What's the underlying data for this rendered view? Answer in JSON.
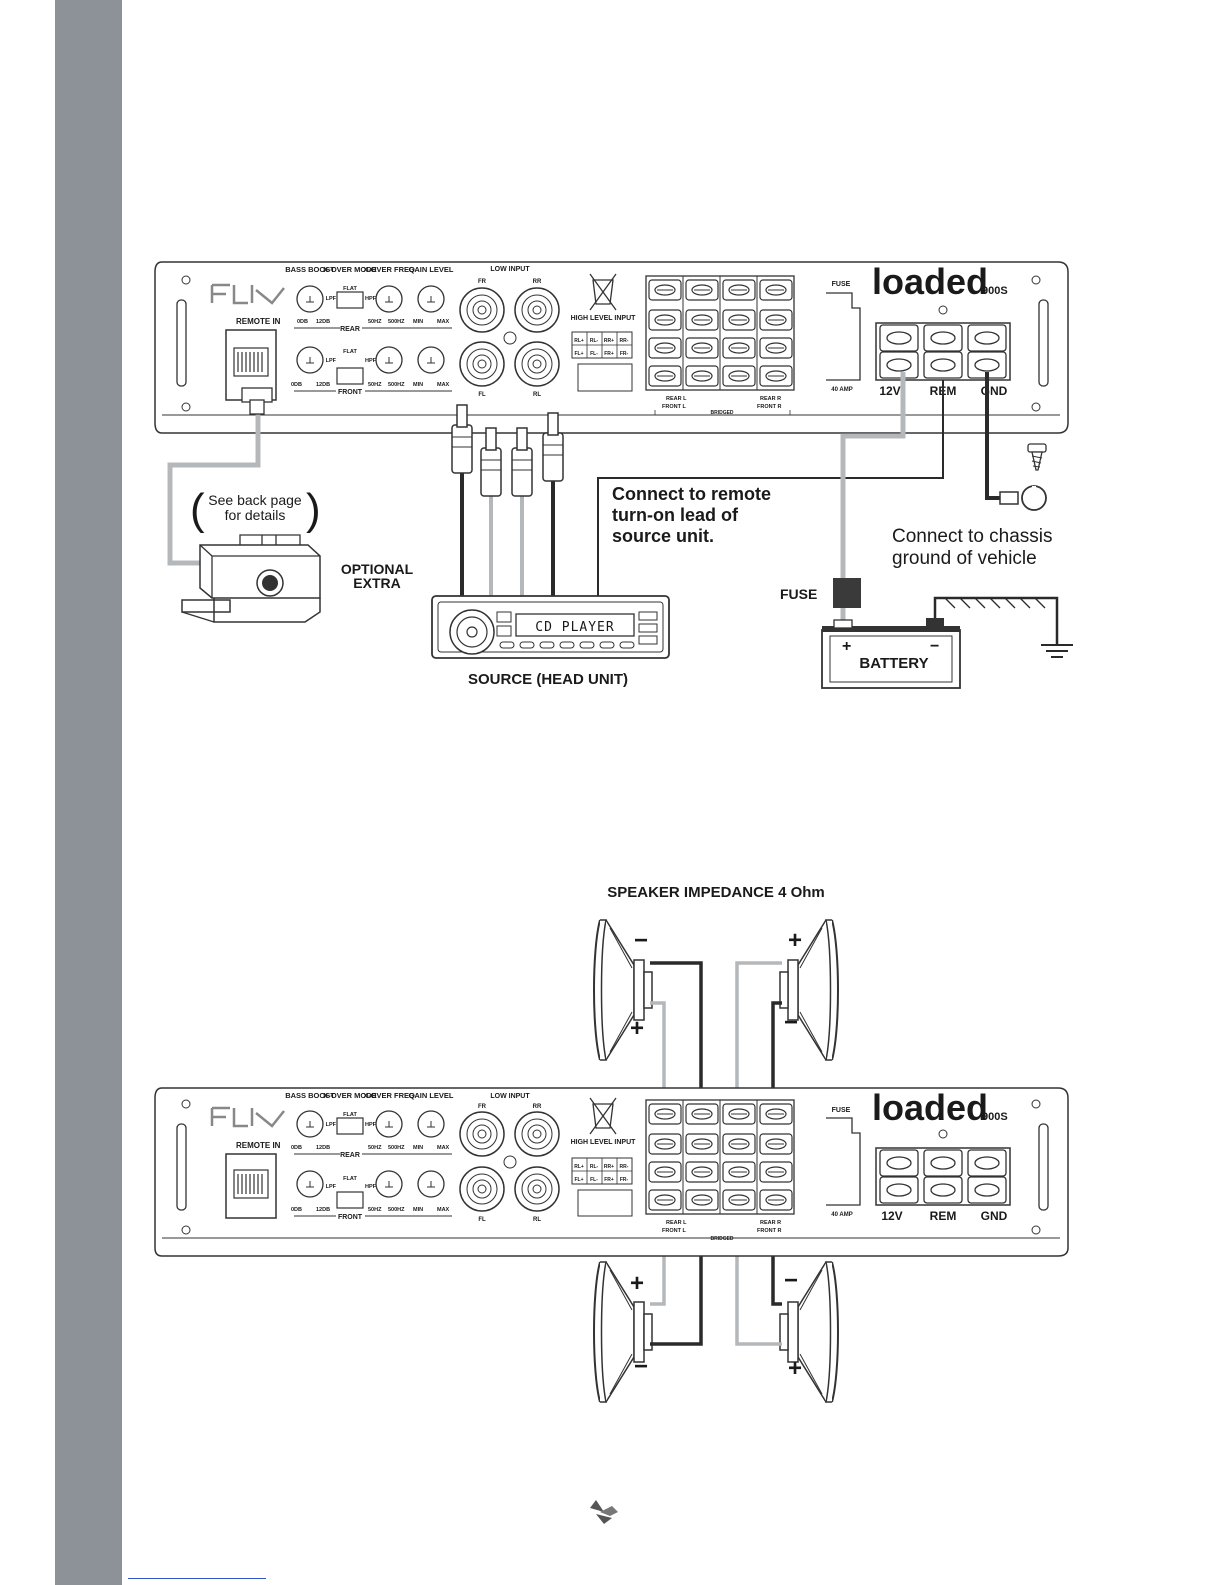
{
  "amp": {
    "brand": "loaded",
    "model": "900S",
    "remote_in": "REMOTE IN",
    "controls": {
      "bass_boost": "BASS BOOST",
      "xover_mode": "X-OVER MODE",
      "xover_freq": "X-OVER FREQ",
      "gain_level": "GAIN LEVEL",
      "flat": "FLAT",
      "lpf": "LPF",
      "hpf": "HPF",
      "db0": "0DB",
      "db12": "12DB",
      "hz50": "50HZ",
      "hz500": "500HZ",
      "min": "MIN",
      "max": "MAX",
      "rear": "REAR",
      "front": "FRONT"
    },
    "low_input": "LOW INPUT",
    "rca": {
      "fr": "FR",
      "rr": "RR",
      "fl": "FL",
      "rl": "RL"
    },
    "high_level_input": "HIGH LEVEL INPUT",
    "hl_row1": [
      "RL+",
      "RL-",
      "RR+",
      "RR-"
    ],
    "hl_row2": [
      "FL+",
      "FL-",
      "FR+",
      "FR-"
    ],
    "speaker_labels": {
      "rear_l": "REAR L",
      "front_l": "FRONT L",
      "rear_r": "REAR R",
      "front_r": "FRONT R",
      "bridged": "BRIDGED"
    },
    "fuse": "FUSE",
    "fuse_amp": "40 AMP",
    "power": {
      "v12": "12V",
      "rem": "REM",
      "gnd": "GND"
    }
  },
  "top": {
    "see_back_line1": "See back page",
    "see_back_line2": "for details",
    "optional_line1": "OPTIONAL",
    "optional_line2": "EXTRA",
    "remote_line1": "Connect to remote",
    "remote_line2": "turn-on lead of",
    "remote_line3": "source unit.",
    "chassis_line1": "Connect to chassis",
    "chassis_line2": "ground of vehicle",
    "fuse": "FUSE",
    "cd_player": "CD PLAYER",
    "source": "SOURCE (HEAD UNIT)",
    "battery": "BATTERY",
    "plus": "+",
    "minus": "−"
  },
  "bottom": {
    "impedance": "SPEAKER IMPEDANCE 4 Ohm",
    "plus": "+",
    "minus": "−"
  },
  "colors": {
    "sidebar": "#8c9297",
    "wire_dark": "#2a2a2a",
    "wire_light": "#b4b8bb",
    "fuse": "#3a3a3a"
  }
}
